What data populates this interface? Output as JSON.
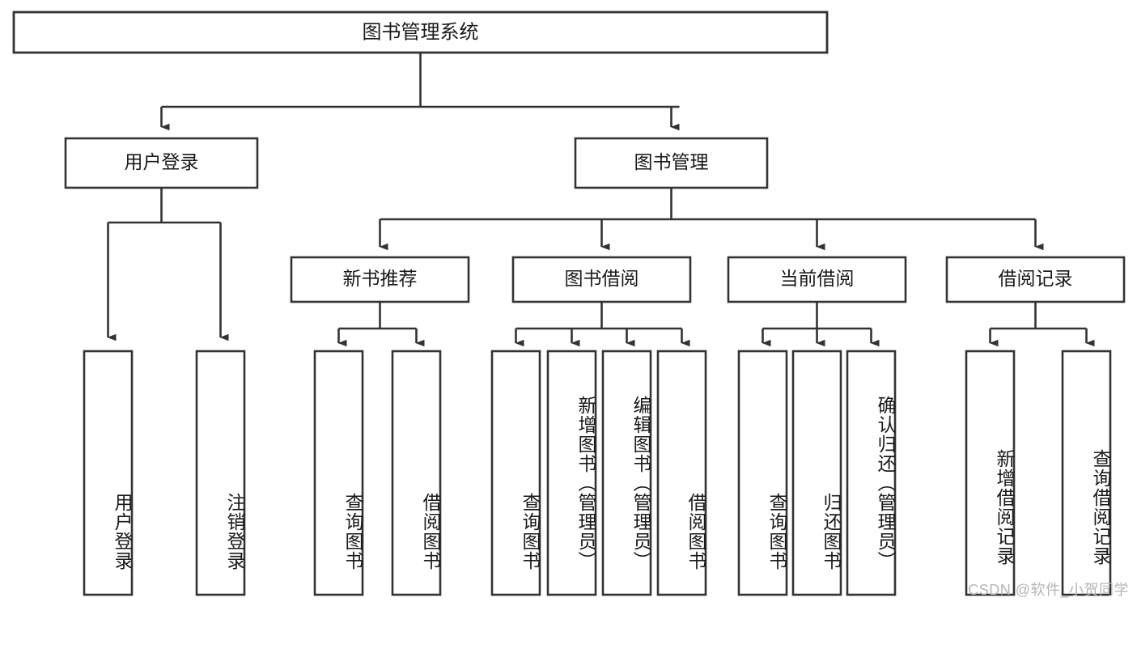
{
  "diagram": {
    "type": "tree",
    "title": "图书管理系统",
    "orientation": "top-down",
    "watermark": "CSDN @软件_小贺同学",
    "colors": {
      "stroke": "#333333",
      "fill": "#ffffff",
      "text": "#1a1a1a",
      "watermark": "#b5b5b5"
    },
    "root": {
      "label": "图书管理系统"
    },
    "level2": [
      {
        "label": "用户登录"
      },
      {
        "label": "图书管理"
      }
    ],
    "level3": [
      {
        "label": "新书推荐"
      },
      {
        "label": "图书借阅"
      },
      {
        "label": "当前借阅"
      },
      {
        "label": "借阅记录"
      }
    ],
    "leaves": {
      "user_login": [
        {
          "label": "用户登录"
        },
        {
          "label": "注销登录"
        }
      ],
      "new_book_recommend": [
        {
          "label": "查询图书"
        },
        {
          "label": "借阅图书"
        }
      ],
      "book_borrow": [
        {
          "label": "查询图书"
        },
        {
          "label": "新增图书（管理员）"
        },
        {
          "label": "编辑图书（管理员）"
        },
        {
          "label": "借阅图书"
        }
      ],
      "current_borrow": [
        {
          "label": "查询图书"
        },
        {
          "label": "归还图书"
        },
        {
          "label": "确认归还（管理员）"
        }
      ],
      "borrow_record": [
        {
          "label": "新增借阅记录"
        },
        {
          "label": "查询借阅记录"
        }
      ]
    }
  }
}
